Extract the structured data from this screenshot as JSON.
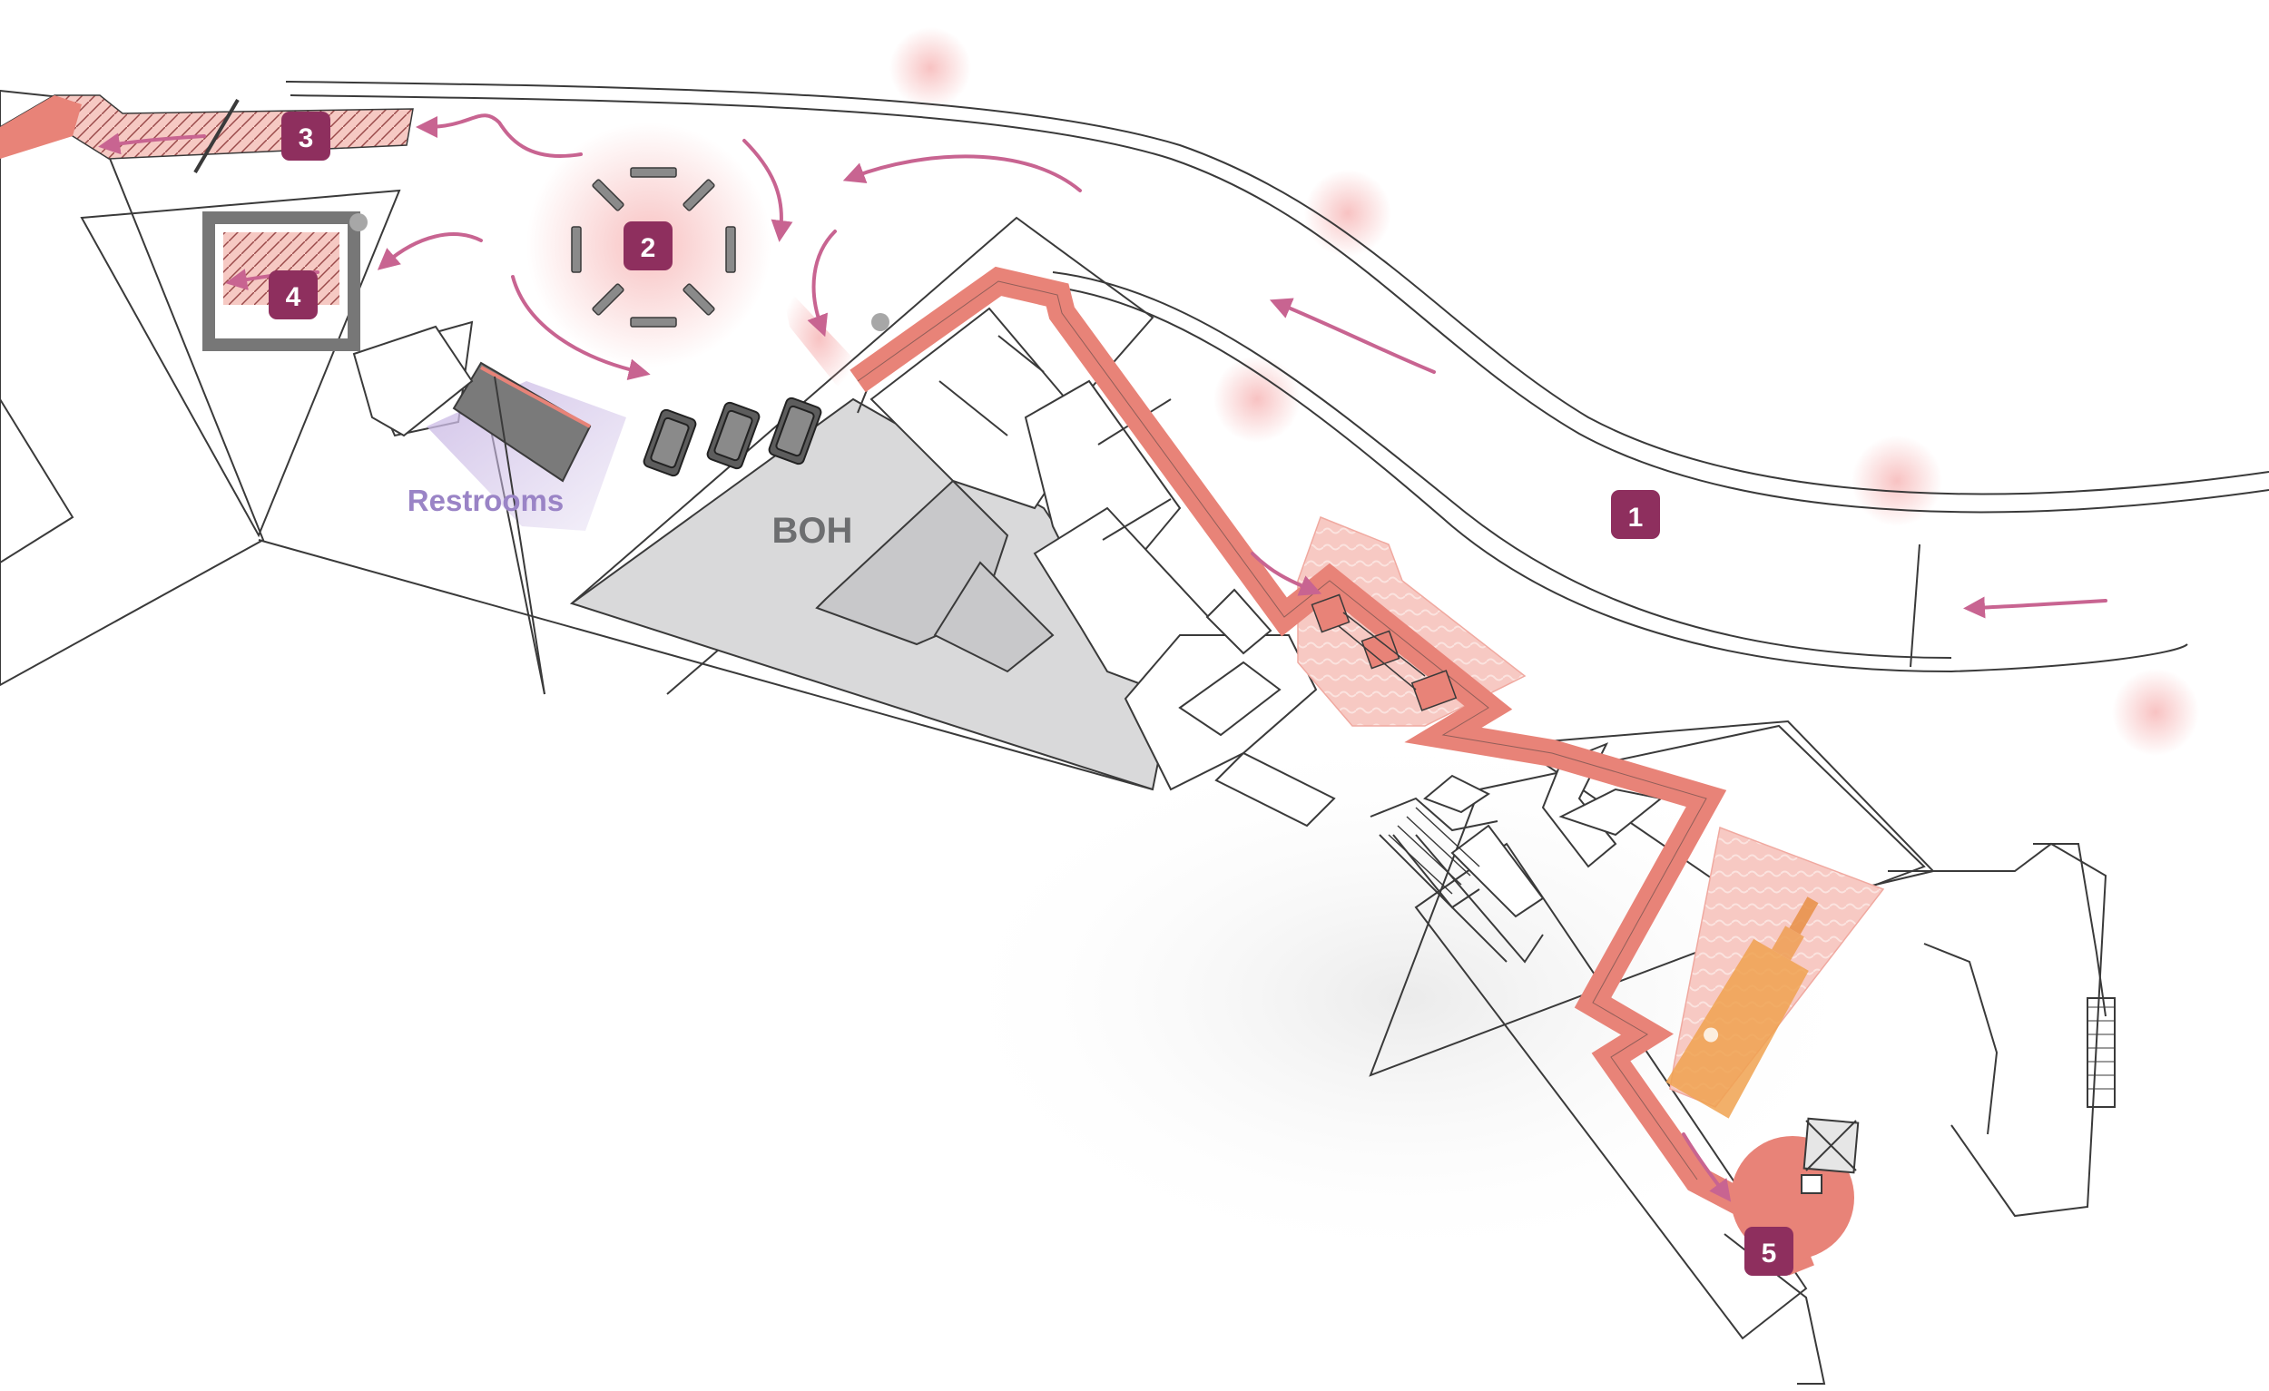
{
  "labels": {
    "restrooms": "Restrooms",
    "boh": "BOH"
  },
  "markers": [
    {
      "id": "1",
      "label": "1"
    },
    {
      "id": "2",
      "label": "2"
    },
    {
      "id": "3",
      "label": "3"
    },
    {
      "id": "4",
      "label": "4"
    },
    {
      "id": "5",
      "label": "5"
    }
  ],
  "colors": {
    "badge": "#8e2f5e",
    "path": "#e88378",
    "arrow": "#c86491",
    "boh_fill": "#d9d9da",
    "restroom_zone": "#cdbde6",
    "restroom_text": "#9a84c6",
    "boh_text": "#6d6e70",
    "outline": "#3a3a3a",
    "water": "#f2b3ad"
  },
  "icons": [
    "arrow-icon",
    "seating-icon",
    "kiosk-icon",
    "bottle-icon",
    "stairs-icon"
  ]
}
